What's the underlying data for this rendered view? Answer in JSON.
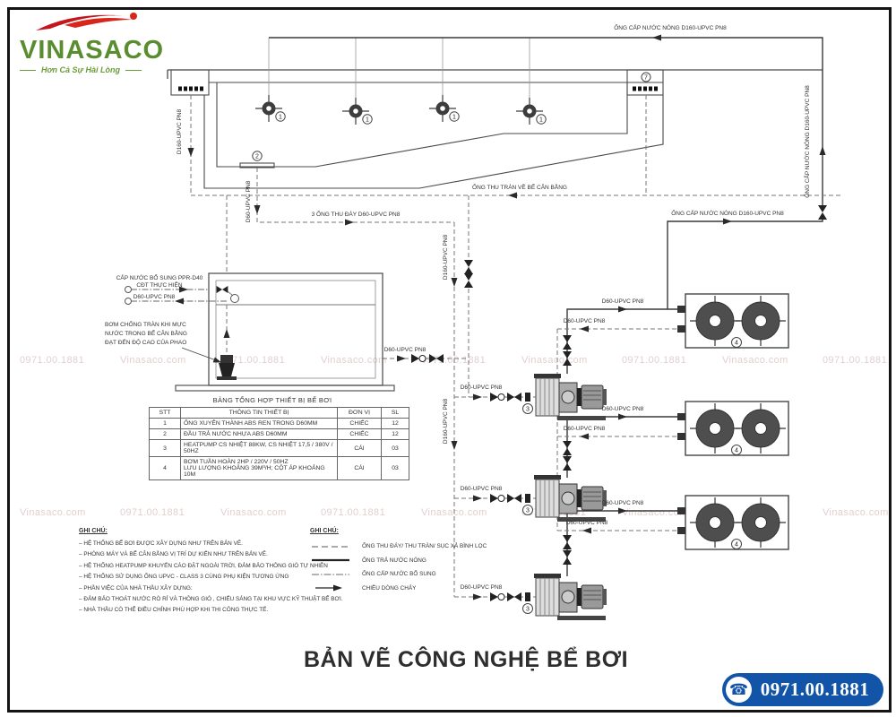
{
  "logo": {
    "name": "VINASACO",
    "tagline": "Hơn Cả Sự Hài Lòng"
  },
  "title": "BẢN VẼ CÔNG NGHỆ BỂ BƠI",
  "phone": "0971.00.1881",
  "watermark": {
    "phone": "0971.00.1881",
    "site": "Vinasaco.com"
  },
  "markers": {
    "nozzle": "1",
    "drain": "2",
    "pump": "3",
    "heatpump": "4",
    "skimmer": "7"
  },
  "pipes": {
    "hot_top": "ỐNG CẤP NƯỚC NÓNG D160-UPVC PN8",
    "hot_right": "ỐNG CẤP NƯỚC NÓNG D160-UPVC PN8",
    "hot_mid": "ỐNG CẤP NƯỚC NÓNG D160-UPVC PN8",
    "overflow": "ỐNG THU TRÀN VỀ BỂ CÂN BẰNG",
    "bottom_drain": "3 ỐNG THU ĐÁY D60-UPVC PN8",
    "d160": "D160-UPVC PN8",
    "d60": "D60-UPVC PN8",
    "makeup1": "CẤP NƯỚC BỔ SUNG PPR-D40",
    "makeup2": "CĐT THỰC HIỆN",
    "ovpump1": "BƠM CHỐNG TRÀN KHI MỰC",
    "ovpump2": "NƯỚC TRONG BỂ CÂN BẰNG",
    "ovpump3": "ĐẠT ĐẾN ĐỘ CAO CỦA PHAO"
  },
  "table": {
    "title": "BẢNG TỔNG HỢP THIẾT BỊ BỂ BƠI",
    "headers": [
      "STT",
      "THÔNG TIN THIẾT BỊ",
      "ĐƠN VỊ",
      "SL"
    ],
    "rows": [
      {
        "stt": "1",
        "info": "ỐNG XUYÊN THÀNH ABS REN TRONG D60MM",
        "unit": "CHIẾC",
        "qty": "12"
      },
      {
        "stt": "2",
        "info": "ĐẦU TRẢ NƯỚC NHỰA ABS D60MM",
        "unit": "CHIẾC",
        "qty": "12"
      },
      {
        "stt": "3",
        "info": "HEATPUMP CS NHIỆT 88KW, CS NHIỆT 17,5 / 380V / 50HZ",
        "unit": "CÁI",
        "qty": "03"
      },
      {
        "stt": "4",
        "info": "BƠM TUẦN HOÀN 2HP / 220V / 50HZ",
        "info2": "LƯU LƯỢNG KHOẢNG 39M³/H; CỘT ÁP KHOẢNG 10M",
        "unit": "CÁI",
        "qty": "03"
      }
    ]
  },
  "notes": {
    "heading": "GHI CHÚ:",
    "items": [
      "– HỆ THỐNG BỂ BƠI ĐƯỢC XÂY DỰNG NHƯ TRÊN BẢN VẼ.",
      "– PHÒNG MÁY VÀ BỂ CÂN BẰNG VỊ TRÍ DỰ KIẾN NHƯ TRÊN BẢN VẼ.",
      "– HỆ THỐNG HEATPUMP KHUYẾN CÁO ĐẶT NGOÀI TRỜI, ĐẢM BẢO THÔNG GIÓ TỰ NHIÊN",
      "– HỆ THỐNG SỬ DỤNG ỐNG UPVC - CLASS 3 CÙNG PHỤ KIỆN TƯƠNG ỨNG",
      "– PHẦN VIỆC CỦA  NHÀ THẦU XÂY DỰNG:",
      "– ĐẢM BẢO THOÁT NƯỚC RÒ RỈ VÀ THÔNG GIÓ , CHIẾU SÁNG TẠI KHU VỰC KỸ THUẬT BỂ BƠI.",
      "– NHÀ THẦU CÓ THỂ ĐIỀU CHỈNH PHÙ HỢP KHI THI CÔNG THỰC TẾ."
    ]
  },
  "legend": {
    "heading": "GHI CHÚ:",
    "items": [
      {
        "label": "ỐNG THU ĐÁY/ THU TRÀN/ SỤC XẢ BÌNH LỌC"
      },
      {
        "label": "ỐNG TRẢ NƯỚC NÓNG"
      },
      {
        "label": "ỐNG CẤP NƯỚC BỔ SUNG"
      },
      {
        "label": "CHIỀU DÒNG CHẢY"
      }
    ]
  }
}
